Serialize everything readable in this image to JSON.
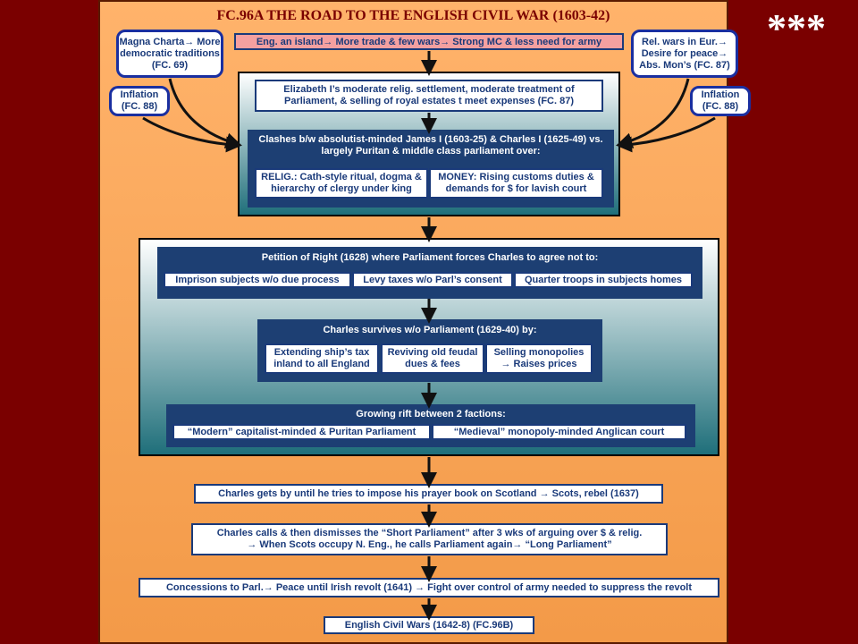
{
  "title": "FC.96A THE ROAD TO THE ENGLISH CIVIL WAR (1603-42)",
  "stars": "***",
  "top_box": "Eng. an island→ More trade & few wars→ Strong MC & less need for army",
  "left_oval1": "Magna Charta→ More democratic traditions (FC. 69)",
  "left_oval2": "Inflation (FC. 88)",
  "right_oval1": "Rel. wars in Eur.→ Desire for peace→ Abs. Mon’s (FC. 87)",
  "right_oval2": "Inflation (FC. 88)",
  "eliz": "Elizabeth I’s moderate relig. settlement, moderate treatment of Parliament, & selling of royal estates t meet expenses (FC. 87)",
  "clashes": "Clashes b/w absolutist-minded James I (1603-25) & Charles I (1625-49) vs. largely Puritan & middle class parliament over:",
  "relig": "RELIG.: Cath-style ritual, dogma & hierarchy of clergy under king",
  "money": "MONEY: Rising customs duties & demands for $ for lavish court",
  "petition": "Petition of Right (1628) where Parliament forces Charles to agree not to:",
  "pet_items": [
    "Imprison subjects w/o due process",
    "Levy taxes w/o Parl’s consent",
    "Quarter troops in subjects homes"
  ],
  "survives": "Charles survives w/o Parliament (1629-40) by:",
  "surv_items": [
    "Extending ship’s tax inland to all England",
    "Reviving old feudal dues & fees",
    "Selling monopolies → Raises prices"
  ],
  "rift": "Growing rift between 2 factions:",
  "rift_items": [
    "“Modern” capitalist-minded & Puritan Parliament",
    "“Medieval” monopoly-minded Anglican court"
  ],
  "step1": "Charles gets by until he tries to impose his prayer book on Scotland → Scots, rebel (1637)",
  "step2a": "Charles calls & then dismisses the “Short Parliament” after 3 wks of arguing over $ & relig.",
  "step2b": "→ When Scots occupy N. Eng., he calls Parliament again→ “Long Parliament”",
  "step3": "Concessions to Parl.→ Peace until Irish revolt (1641) → Fight over control of army needed to suppress the revolt",
  "step4": "English Civil Wars (1642-8) (FC.96B)"
}
